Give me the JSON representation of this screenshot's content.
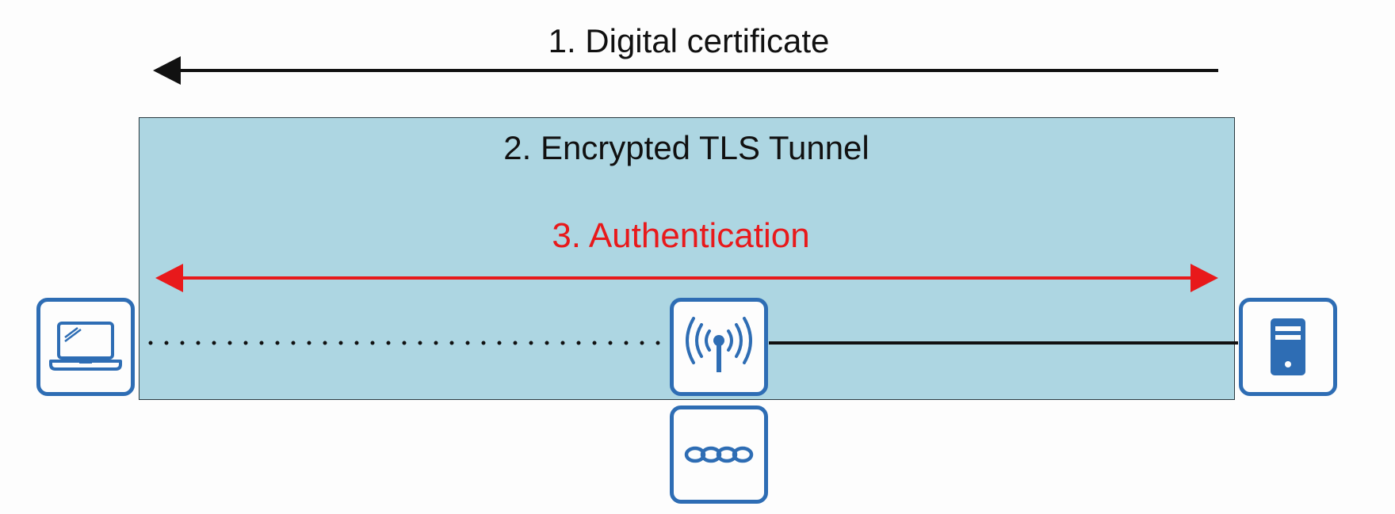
{
  "diagram": {
    "title": "TLS-based EAP authentication flow",
    "steps": [
      {
        "number": 1,
        "label": "1. Digital certificate",
        "direction": "server-to-client",
        "color": "#111111"
      },
      {
        "number": 2,
        "label": "2. Encrypted TLS Tunnel",
        "color": "#111111"
      },
      {
        "number": 3,
        "label": "3. Authentication",
        "direction": "bidirectional",
        "color": "#e8191b"
      }
    ],
    "tunnel_color": "#add6e2",
    "device_color": "#2e6db4",
    "devices": [
      {
        "id": "client",
        "icon": "laptop-icon"
      },
      {
        "id": "access-point",
        "icon": "wireless-access-point-icon"
      },
      {
        "id": "switch",
        "icon": "switch-icon"
      },
      {
        "id": "auth-server",
        "icon": "server-icon"
      }
    ],
    "links": [
      {
        "from": "client",
        "to": "access-point",
        "style": "dotted",
        "meaning": "wireless"
      },
      {
        "from": "access-point",
        "to": "auth-server",
        "style": "solid",
        "meaning": "wired"
      }
    ]
  }
}
